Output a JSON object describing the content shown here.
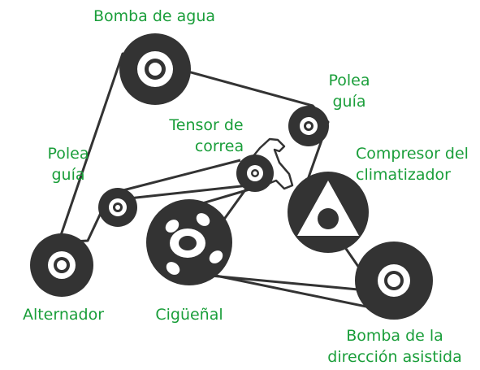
{
  "colors": {
    "label": "#1a9e3a",
    "part": "#333333",
    "belt": "#333333",
    "background": "#ffffff"
  },
  "labels": {
    "water_pump": "Bomba de agua",
    "idler_top_line1": "Polea",
    "idler_top_line2": "guía",
    "belt_tensioner_line1": "Tensor de",
    "belt_tensioner_line2": "correa",
    "ac_compressor_line1": "Compresor del",
    "ac_compressor_line2": "climatizador",
    "idler_left_line1": "Polea",
    "idler_left_line2": "guía",
    "alternator": "Alternador",
    "crankshaft": "Cigüeñal",
    "power_steering_line1": "Bomba de la",
    "power_steering_line2": "dirección asistida"
  }
}
